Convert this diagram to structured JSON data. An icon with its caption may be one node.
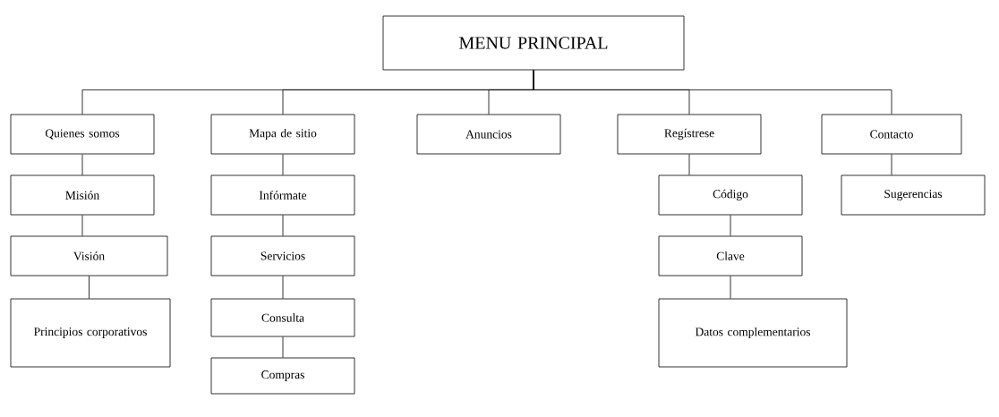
{
  "diagram": {
    "nodes": [
      {
        "text": [
          "MENU PRINCIPAL"
        ]
      },
      {
        "text": [
          "Quienes somos"
        ]
      },
      {
        "text": [
          "Mapa de sitio"
        ]
      },
      {
        "text": [
          "Anuncios"
        ]
      },
      {
        "text": [
          "Regístrese"
        ]
      },
      {
        "text": [
          "Contacto"
        ]
      },
      {
        "text": [
          "Misión"
        ]
      },
      {
        "text": [
          "Visión"
        ]
      },
      {
        "text": [
          "Principios corporativos"
        ]
      },
      {
        "text": [
          "Infórmate"
        ]
      },
      {
        "text": [
          "Servicios"
        ]
      },
      {
        "text": [
          "Consulta"
        ]
      },
      {
        "text": [
          "Compras"
        ]
      },
      {
        "text": [
          "Código"
        ]
      },
      {
        "text": [
          "Clave"
        ]
      },
      {
        "text": [
          "Datos complementarios"
        ]
      },
      {
        "text": [
          "Sugerencias"
        ]
      }
    ],
    "edges": [
      {
        "from": 0,
        "to": 1,
        "arrow": "none"
      },
      {
        "from": 0,
        "to": 2,
        "arrow": "none"
      },
      {
        "from": 0,
        "to": 3,
        "arrow": "none"
      },
      {
        "from": 0,
        "to": 4,
        "arrow": "none"
      },
      {
        "from": 0,
        "to": 5,
        "arrow": "none"
      },
      {
        "from": 1,
        "to": 6,
        "arrow": "none"
      },
      {
        "from": 6,
        "to": 7,
        "arrow": "none"
      },
      {
        "from": 7,
        "to": 8,
        "arrow": "none"
      },
      {
        "from": 2,
        "to": 9,
        "arrow": "none"
      },
      {
        "from": 9,
        "to": 10,
        "arrow": "none"
      },
      {
        "from": 10,
        "to": 11,
        "arrow": "none"
      },
      {
        "from": 11,
        "to": 12,
        "arrow": "none"
      },
      {
        "from": 4,
        "to": 13,
        "arrow": "none"
      },
      {
        "from": 13,
        "to": 14,
        "arrow": "none"
      },
      {
        "from": 14,
        "to": 15,
        "arrow": "none"
      },
      {
        "from": 5,
        "to": 16,
        "arrow": "none"
      }
    ]
  }
}
